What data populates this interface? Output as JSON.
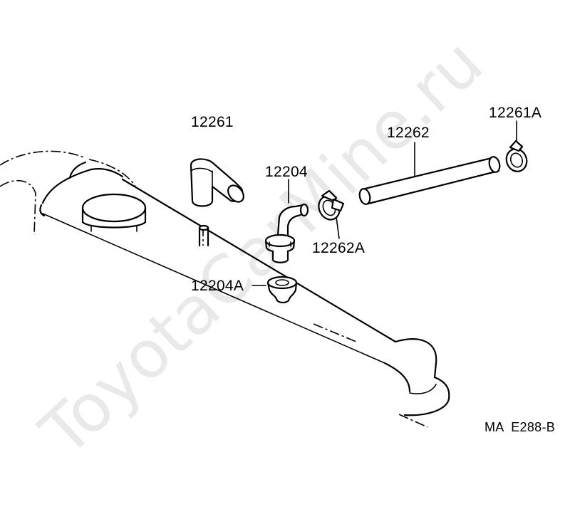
{
  "parts": [
    {
      "id": "p12261",
      "label": "12261"
    },
    {
      "id": "p12261A",
      "label": "12261A"
    },
    {
      "id": "p12262",
      "label": "12262"
    },
    {
      "id": "p12204",
      "label": "12204"
    },
    {
      "id": "p12262A",
      "label": "12262A"
    },
    {
      "id": "p12204A",
      "label": "12204A"
    }
  ],
  "figure_code": "MA  E288-B",
  "watermark": "ToyotaCarMine.ru"
}
